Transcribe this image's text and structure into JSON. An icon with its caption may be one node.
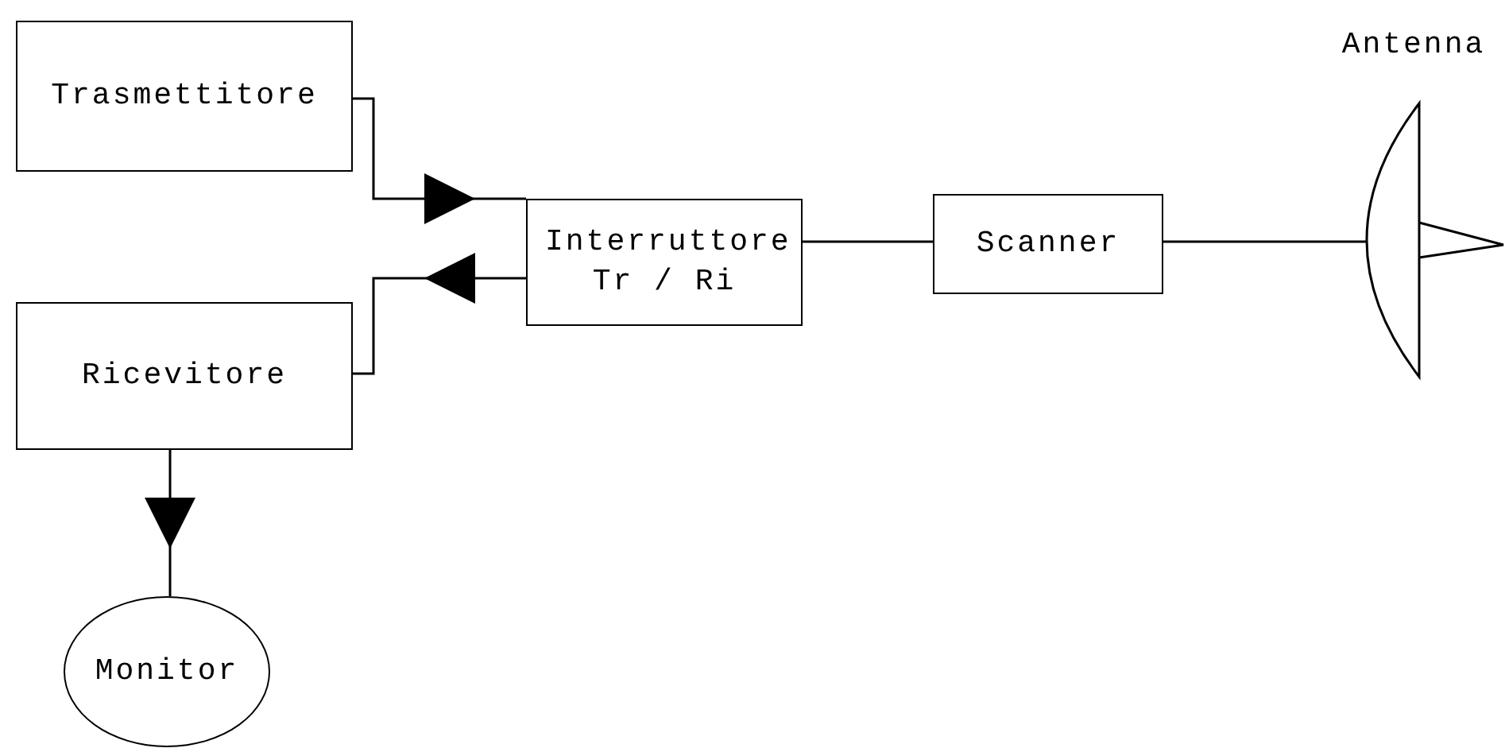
{
  "diagram": {
    "nodes": [
      {
        "text": [
          "Trasmettitore"
        ]
      },
      {
        "text": [
          "Interruttore Tr / Ri"
        ]
      },
      {
        "text": [
          "Scanner"
        ]
      },
      {
        "text": [
          "Antenna"
        ]
      },
      {
        "text": [
          "Ricevitore"
        ]
      },
      {
        "text": [
          "Monitor"
        ]
      }
    ],
    "edges": [
      {
        "from": 0,
        "to": 1,
        "arrow": "to"
      },
      {
        "from": 1,
        "to": 4,
        "arrow": "to"
      },
      {
        "from": 1,
        "to": 2,
        "arrow": "none"
      },
      {
        "from": 2,
        "to": 3,
        "arrow": "none"
      },
      {
        "from": 4,
        "to": 5,
        "arrow": "to"
      }
    ]
  }
}
